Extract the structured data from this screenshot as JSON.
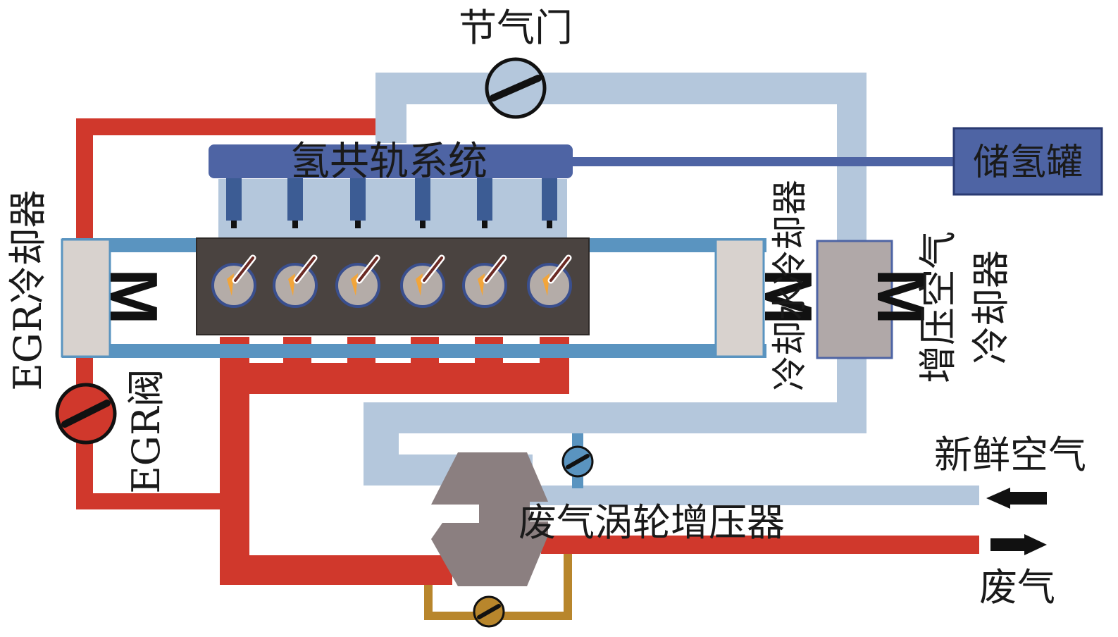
{
  "labels": {
    "throttle": "节气门",
    "rail": "氢共轨系统",
    "tank": "储氢罐",
    "egr_cooler": "EGR冷却器",
    "egr_valve": "EGR阀",
    "cooler": "冷却器",
    "water_cooler": "冷却水冷却器",
    "charge_cooler_1": "增压空气",
    "charge_cooler_2": "冷却器",
    "fresh_air": "新鲜空气",
    "turbo": "废气涡轮增压器",
    "exhaust": "废气",
    "m_egr": "M",
    "m_water": "M",
    "m_charge": "M"
  },
  "colors": {
    "exhaust_pipe": "#d0382c",
    "intake_pipe": "#b4c7dc",
    "coolant_pipe": "#5a94c0",
    "hydrogen": "#4e64a4",
    "engine": "#4a4340",
    "injector": "#3c5c94",
    "turbo": "#8b7f80",
    "bypass": "#b8862c",
    "cooler_body": "#d8d2ce",
    "charge_cooler_body": "#b0a8a8"
  },
  "cylinder_count": 6,
  "injector_count": 6
}
